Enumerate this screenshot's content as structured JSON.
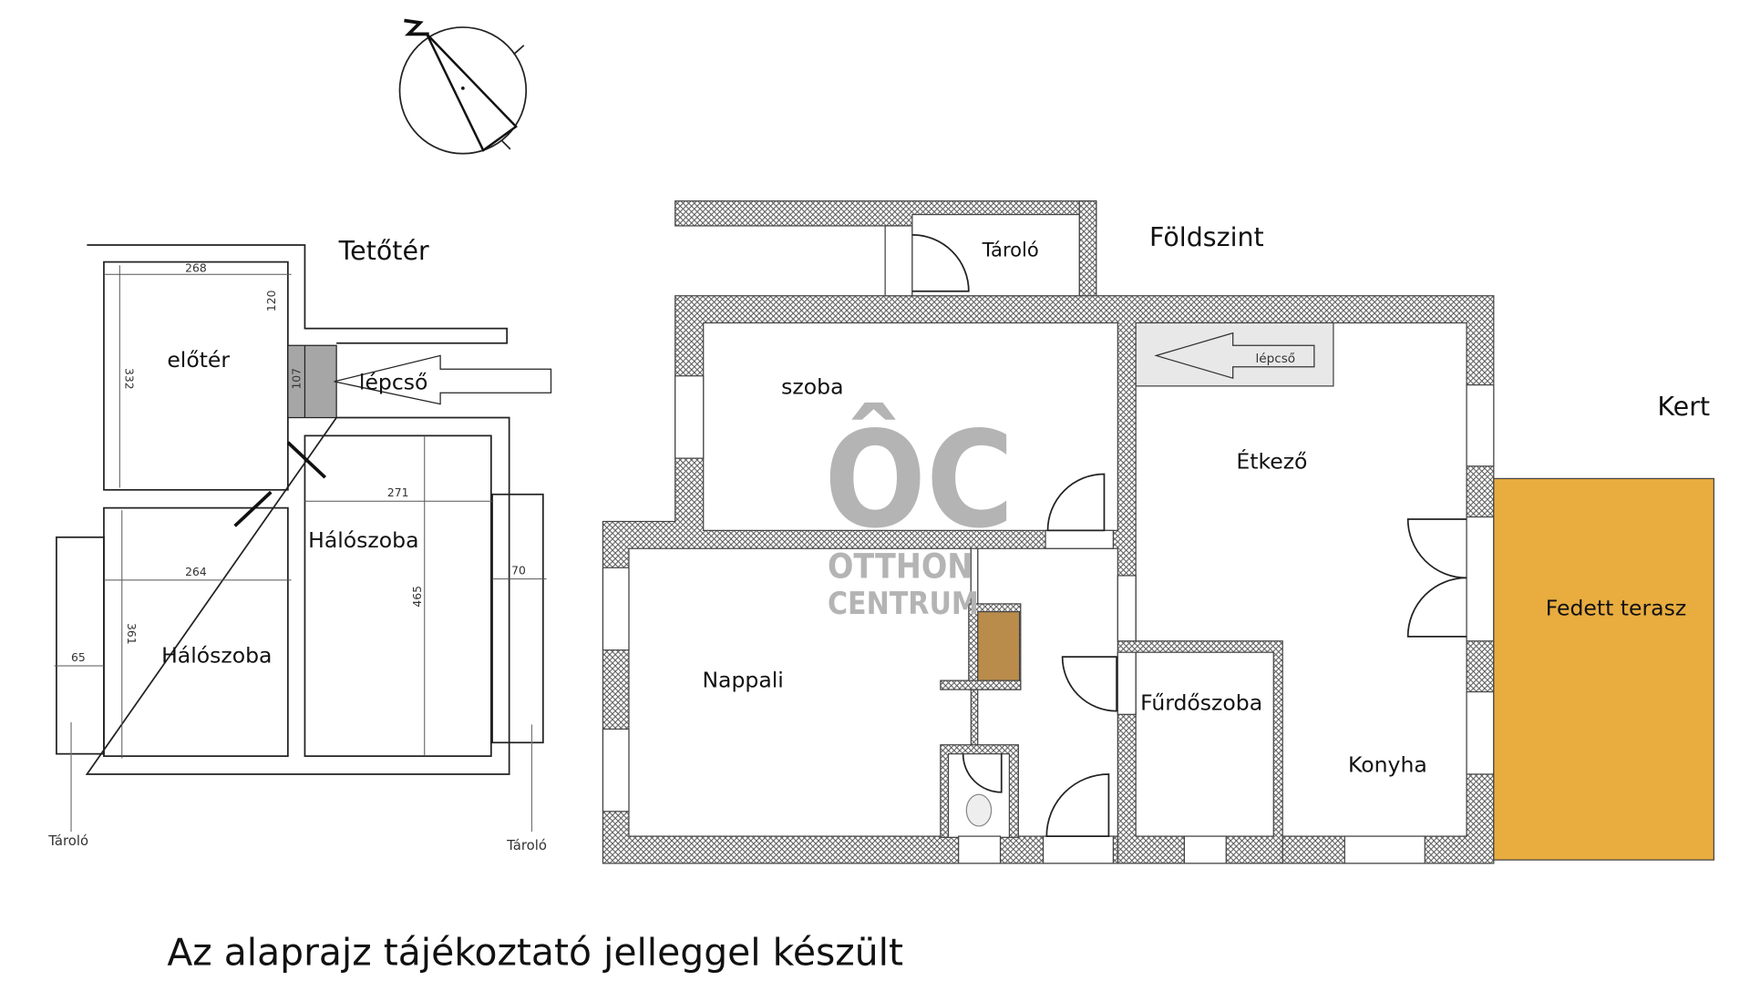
{
  "compass": {
    "north_label": "N"
  },
  "attic": {
    "title": "Tetőtér",
    "rooms": {
      "hall": "előtér",
      "stairs": "lépcső",
      "bedroom_left": "Hálószoba",
      "bedroom_right": "Hálószoba",
      "storage_left": "Tároló",
      "storage_right": "Tároló"
    },
    "dimensions": {
      "hall_width": "268",
      "hall_depth": "332",
      "hall_side": "120",
      "stair_width": "107",
      "bed_left_width": "264",
      "bed_left_depth": "361",
      "bed_right_width": "271",
      "bed_right_depth": "465",
      "storage_left_width": "65",
      "storage_right_width": "70"
    }
  },
  "ground": {
    "title": "Földszint",
    "rooms": {
      "storage": "Tároló",
      "room": "szoba",
      "stairs": "lépcső",
      "dining": "Étkező",
      "living": "Nappali",
      "bathroom": "Fűrdőszoba",
      "kitchen": "Konyha",
      "terrace": "Fedett terasz",
      "garden": "Kert"
    }
  },
  "watermark": {
    "logo": "ÔC",
    "line1": "OTTHON",
    "line2": "CENTRUM"
  },
  "colors": {
    "terrace": "#e8ac3f",
    "stove": "#b98c4c",
    "stair_gray": "#a6a6a6",
    "watermark": "#b4b4b4"
  },
  "footer": {
    "note": "Az alaprajz tájékoztató jelleggel készült"
  }
}
